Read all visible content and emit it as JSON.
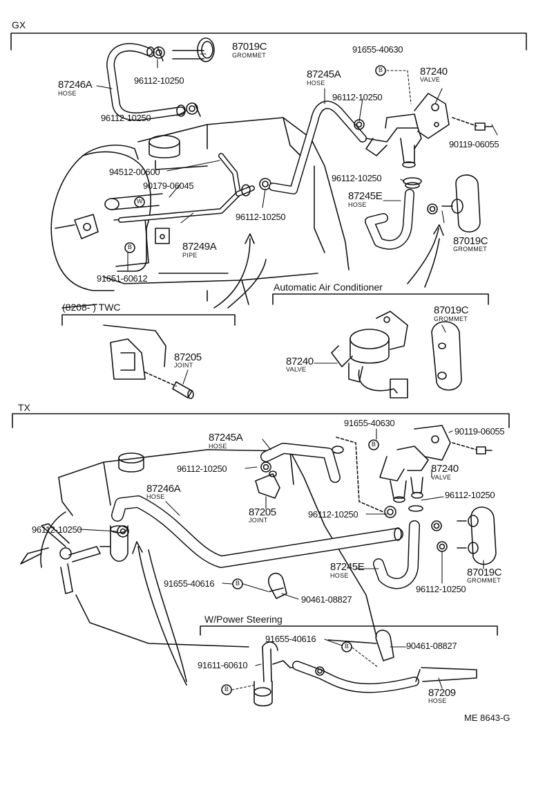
{
  "sections": {
    "gx": "GX",
    "tx": "TX",
    "twc": "(8208-        ) TWC",
    "auto_ac": "Automatic Air Conditioner",
    "power_steering": "W/Power Steering"
  },
  "gx": {
    "p87019c_top": "87019C",
    "grommet_top": "GROMMET",
    "p87246a": "87246A",
    "hose_246a": "HOSE",
    "p96112_a": "96112-10250",
    "p96112_b": "96112-10250",
    "p94512": "94512-00600",
    "p90179": "90179-06045",
    "p87249a": "87249A",
    "pipe_249a": "PIPE",
    "p91651": "91651-60612",
    "p87245a": "87245A",
    "hose_245a": "HOSE",
    "p96112_c": "96112-10250",
    "p96112_d": "96112-10250",
    "p96112_e": "96112-10250",
    "p91655_630": "91655-40630",
    "p87240": "87240",
    "valve_240": "VALVE",
    "p90119": "90119-06055",
    "p87245e": "87245E",
    "hose_245e": "HOSE",
    "p87019c_r": "87019C",
    "grommet_r": "GROMMET",
    "p87205": "87205",
    "joint_205": "JOINT",
    "p87240_ac": "87240",
    "valve_ac": "VALVE",
    "p87019c_ac": "87019C",
    "grommet_ac": "GROMMET"
  },
  "tx": {
    "p91655_630": "91655-40630",
    "p90119": "90119-06055",
    "p87245a": "87245A",
    "hose_245a": "HOSE",
    "p96112_a": "96112-10250",
    "p87246a": "87246A",
    "hose_246a": "HOSE",
    "p87205": "87205",
    "joint_205": "JOINT",
    "p87240": "87240",
    "valve_240": "VALVE",
    "p96112_b": "96112-10250",
    "p96112_c": "96112-10250",
    "p96112_d": "96112-10250",
    "p96112_e": "96112-10250",
    "p87245e": "87245E",
    "hose_245e": "HOSE",
    "p87019c": "87019C",
    "grommet": "GROMMET",
    "p91655_616": "91655-40616",
    "p90461": "90461-08827",
    "ps_91655_616": "91655-40616",
    "ps_90461": "90461-08827",
    "p91611": "91611-60610",
    "p87209": "87209",
    "hose_209": "HOSE"
  },
  "bolt_mark": "B",
  "washer_mark": "W",
  "footer": "ME  8643-G"
}
